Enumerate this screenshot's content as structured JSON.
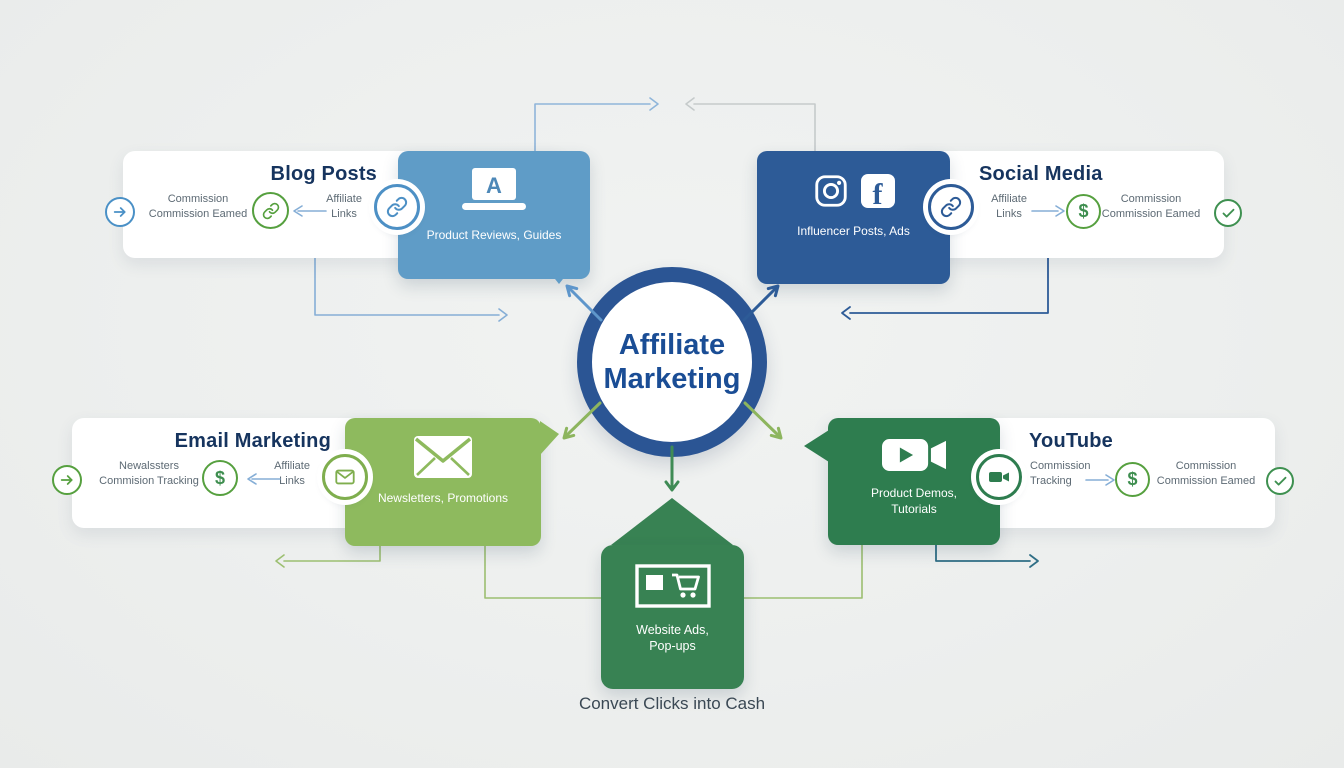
{
  "center": {
    "line1": "Affiliate",
    "line2": "Marketing"
  },
  "caption": "Convert Clicks into Cash",
  "blog": {
    "title": "Blog Posts",
    "result1": "Commission",
    "result2": "Commission Eamed",
    "link1": "Affiliate",
    "link2": "Links",
    "panel": "Product Reviews, Guides",
    "laptop_letter": "A"
  },
  "social": {
    "title": "Social Media",
    "link1": "Affiliate",
    "link2": "Links",
    "result1": "Commission",
    "result2": "Commission Eamed",
    "panel": "Influencer Posts, Ads",
    "facebook_letter": "f"
  },
  "email": {
    "title": "Email Marketing",
    "result1": "Newalssters",
    "result2": "Commision Tracking",
    "link1": "Affiliate",
    "link2": "Links",
    "panel": "Newsletters, Promotions"
  },
  "youtube": {
    "title": "YouTube",
    "track1": "Commission",
    "track2": "Tracking",
    "result1": "Commission",
    "result2": "Commission Eamed",
    "panel1": "Product Demos,",
    "panel2": "Tutorials"
  },
  "website": {
    "label1": "Website Ads,",
    "label2": "Pop-ups"
  },
  "glyphs": {
    "dollar": "$"
  },
  "colors": {
    "background": "#edefee",
    "steel_blue": "#5f9cc7",
    "navy": "#2d5b97",
    "ring_navy": "#2b5594",
    "center_text": "#1a4d95",
    "title_navy": "#16345e",
    "label_gray": "#5d6a74",
    "light_green": "#8eba5e",
    "dark_green": "#2e7d4f",
    "website_green": "#388253",
    "accent_green": "#56a03f",
    "check_green": "#3e9050",
    "arrow_light_blue": "#85aed6"
  }
}
